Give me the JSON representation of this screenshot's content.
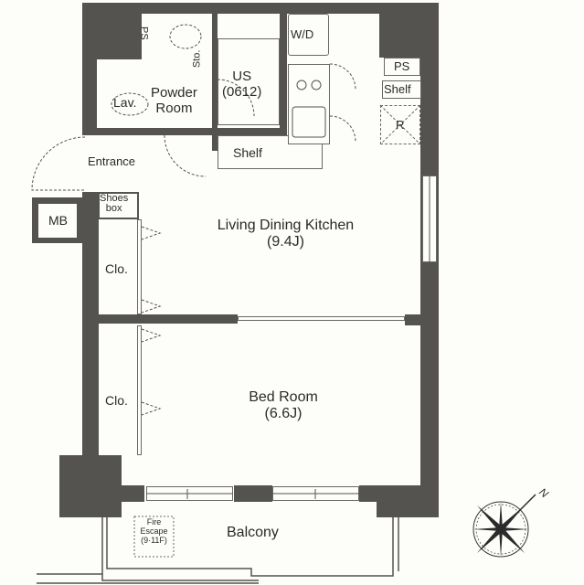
{
  "floor_plan": {
    "rooms": {
      "powder_room": {
        "name": "Powder",
        "name2": "Room"
      },
      "lav": {
        "label": "Lav."
      },
      "ps_top": {
        "label": "PS"
      },
      "sto": {
        "label": "Sto."
      },
      "us": {
        "name": "US",
        "size": "(0612)"
      },
      "wd": {
        "label": "W/D"
      },
      "ps_right": {
        "label": "PS"
      },
      "shelf_right": {
        "label": "Shelf"
      },
      "refrigerator": {
        "label": "R"
      },
      "shelf_center": {
        "label": "Shelf"
      },
      "entrance": {
        "label": "Entrance"
      },
      "shoes_box": {
        "line1": "Shoes",
        "line2": "box"
      },
      "mb": {
        "label": "MB"
      },
      "closet_upper": {
        "label": "Clo."
      },
      "closet_lower": {
        "label": "Clo."
      },
      "ldk": {
        "name": "Living Dining Kitchen",
        "size": "(9.4J)"
      },
      "bedroom": {
        "name": "Bed Room",
        "size": "(6.6J)"
      },
      "balcony": {
        "label": "Balcony"
      },
      "fire_escape": {
        "line1": "Fire",
        "line2": "Escape",
        "line3": "(9·11F)"
      }
    },
    "compass": {
      "north_label": "N"
    },
    "colors": {
      "wall": "#55534f",
      "background": "#fdfdfa",
      "text": "#2a2a2a"
    }
  }
}
